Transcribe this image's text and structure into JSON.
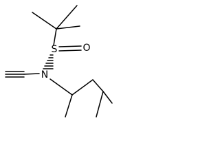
{
  "molecule": {
    "atoms": {
      "sulfur": "S",
      "oxygen": "O",
      "nitrogen": "N"
    }
  }
}
